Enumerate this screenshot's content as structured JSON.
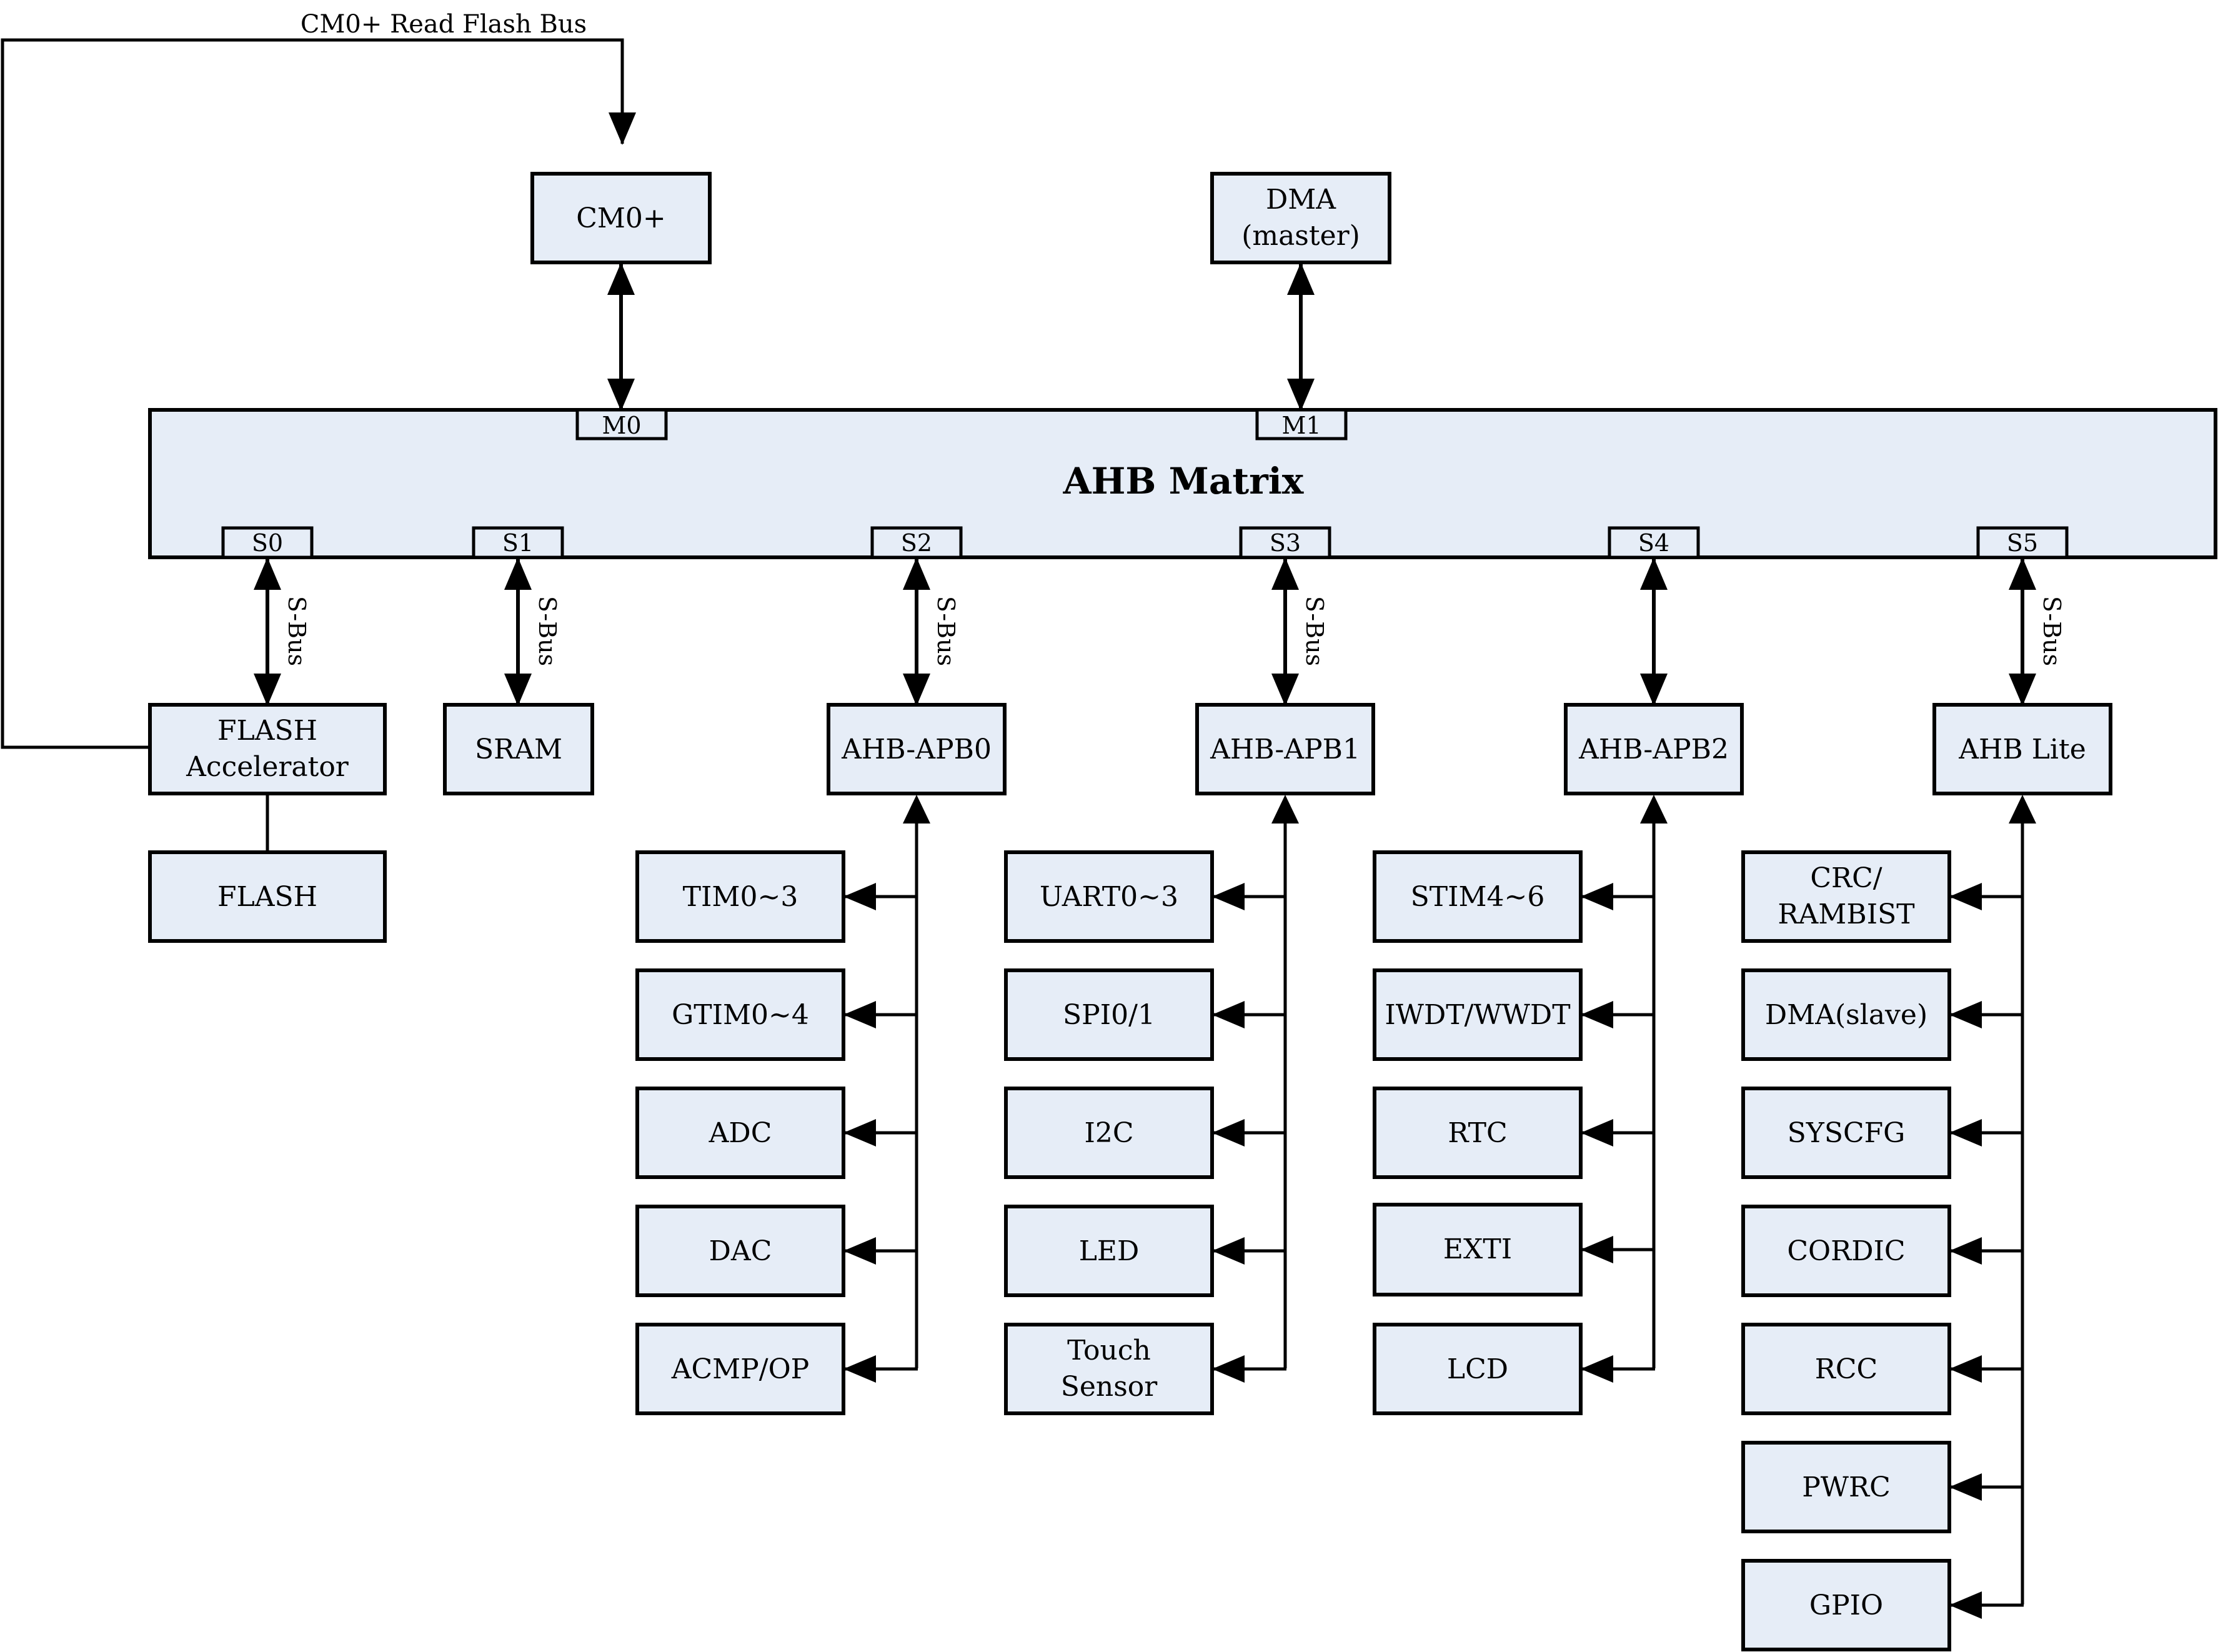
{
  "colors": {
    "box_fill": "#e6edf7",
    "stroke": "#000000",
    "background": "#ffffff"
  },
  "flash_read_bus_label": "CM0+ Read Flash Bus",
  "bus_label": "S-Bus",
  "matrix": {
    "title": "AHB Matrix",
    "master_ports": [
      "M0",
      "M1"
    ],
    "slave_ports": [
      "S0",
      "S1",
      "S2",
      "S3",
      "S4",
      "S5"
    ]
  },
  "masters": [
    {
      "id": "cpu",
      "lines": [
        "CM0+"
      ]
    },
    {
      "id": "dma-master",
      "lines": [
        "DMA",
        "(master)"
      ]
    }
  ],
  "slaves": [
    {
      "id": "flash-accelerator",
      "lines": [
        "FLASH",
        "Accelerator"
      ]
    },
    {
      "id": "sram",
      "lines": [
        "SRAM"
      ]
    },
    {
      "id": "ahb-apb0",
      "lines": [
        "AHB-APB0"
      ]
    },
    {
      "id": "ahb-apb1",
      "lines": [
        "AHB-APB1"
      ]
    },
    {
      "id": "ahb-apb2",
      "lines": [
        "AHB-APB2"
      ]
    },
    {
      "id": "ahb-lite",
      "lines": [
        "AHB Lite"
      ]
    }
  ],
  "flash": {
    "lines": [
      "FLASH"
    ]
  },
  "peripheral_columns": [
    {
      "bridge": "ahb-apb0",
      "items": [
        [
          "TIM0~3"
        ],
        [
          "GTIM0~4"
        ],
        [
          "ADC"
        ],
        [
          "DAC"
        ],
        [
          "ACMP/OP"
        ]
      ]
    },
    {
      "bridge": "ahb-apb1",
      "items": [
        [
          "UART0~3"
        ],
        [
          "SPI0/1"
        ],
        [
          "I2C"
        ],
        [
          "LED"
        ],
        [
          "Touch",
          "Sensor"
        ]
      ]
    },
    {
      "bridge": "ahb-apb2",
      "items": [
        [
          "STIM4~6"
        ],
        [
          "IWDT/WWDT"
        ],
        [
          "RTC"
        ],
        [
          "EXTI"
        ],
        [
          "LCD"
        ]
      ]
    },
    {
      "bridge": "ahb-lite",
      "items": [
        [
          "CRC/",
          "RAMBIST"
        ],
        [
          "DMA(slave)"
        ],
        [
          "SYSCFG"
        ],
        [
          "CORDIC"
        ],
        [
          "RCC"
        ],
        [
          "PWRC"
        ],
        [
          "GPIO"
        ]
      ]
    }
  ]
}
